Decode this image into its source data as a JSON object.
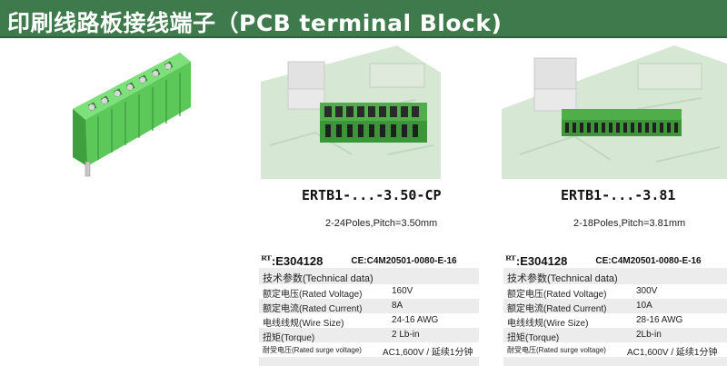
{
  "header": {
    "title": "印刷线路板接线端子（PCB terminal Block)"
  },
  "products": [
    {
      "model": "ERTB1-...-3.50-CP",
      "poles": "2-24Poles,Pitch=3.50mm",
      "ul": "E304128",
      "ce": "CE:C4M20501-0080-E-16",
      "spec_caption": "技术参数(Technical data)",
      "specs": [
        {
          "label": "额定电压(Rated Voltage)",
          "value": "160V"
        },
        {
          "label": "额定电流(Rated Current)",
          "value": "8A"
        },
        {
          "label": "电线线规(Wire Size)",
          "value": "24-16 AWG"
        },
        {
          "label": "扭矩(Torque)",
          "value": "2 Lb-in"
        },
        {
          "label": "耐受电压(Rated surge voltage)",
          "value": "AC1,600V / 延续1分钟"
        }
      ]
    },
    {
      "model": "ERTB1-...-3.81",
      "poles": "2-18Poles,Pitch=3.81mm",
      "ul": "E304128",
      "ce": "CE:C4M20501-0080-E-16",
      "spec_caption": "技术参数(Technical data)",
      "specs": [
        {
          "label": "额定电压(Rated Voltage)",
          "value": "300V"
        },
        {
          "label": "额定电流(Rated Current)",
          "value": "10A"
        },
        {
          "label": "电线线规(Wire Size)",
          "value": "28-16 AWG"
        },
        {
          "label": "扭矩(Torque)",
          "value": "2Lb-in"
        },
        {
          "label": "耐受电压(Rated surge voltage)",
          "value": "AC1,600V / 延续1分钟"
        }
      ]
    }
  ],
  "colors": {
    "header_bg": "#3e7a4c",
    "block_green": "#5cc85a",
    "pcb_green": "#cfe3cc"
  },
  "icons": {
    "ul_mark": "UL recognized component mark"
  }
}
